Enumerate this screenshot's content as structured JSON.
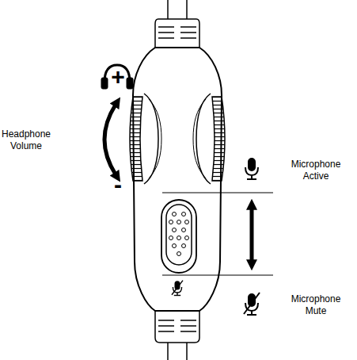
{
  "diagram": {
    "labels": [
      "+",
      "-",
      "Headphone Volume",
      "Microphone Active",
      "Microphone Mute"
    ]
  }
}
